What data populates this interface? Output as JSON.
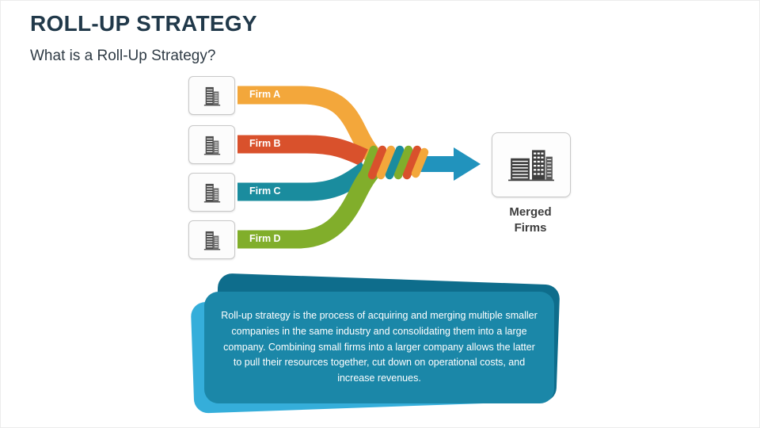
{
  "slide": {
    "title": "ROLL-UP STRATEGY",
    "subtitle": "What is a Roll-Up Strategy?"
  },
  "diagram": {
    "firms": [
      {
        "label": "Firm A",
        "color": "#f3a73b",
        "icon": "building-icon"
      },
      {
        "label": "Firm B",
        "color": "#d9512c",
        "icon": "building-icon"
      },
      {
        "label": "Firm C",
        "color": "#1a8c9e",
        "icon": "building-icon"
      },
      {
        "label": "Firm D",
        "color": "#81ae2b",
        "icon": "building-icon"
      },
      {
        "label": "",
        "color": "",
        "icon": ""
      }
    ],
    "arrow_color": "#2193bd",
    "merged": {
      "label": "Merged Firms",
      "icon": "buildings-icon"
    }
  },
  "description": {
    "text": "Roll-up strategy is the process of acquiring and merging multiple smaller companies in the same industry and consolidating them into a large company. Combining small firms into a larger company allows the latter to pull their resources together, cut down on operational costs, and increase revenues.",
    "card_color": "#1b87a8",
    "back_card_colors": [
      "#35aeda",
      "#0e6d8c"
    ]
  }
}
